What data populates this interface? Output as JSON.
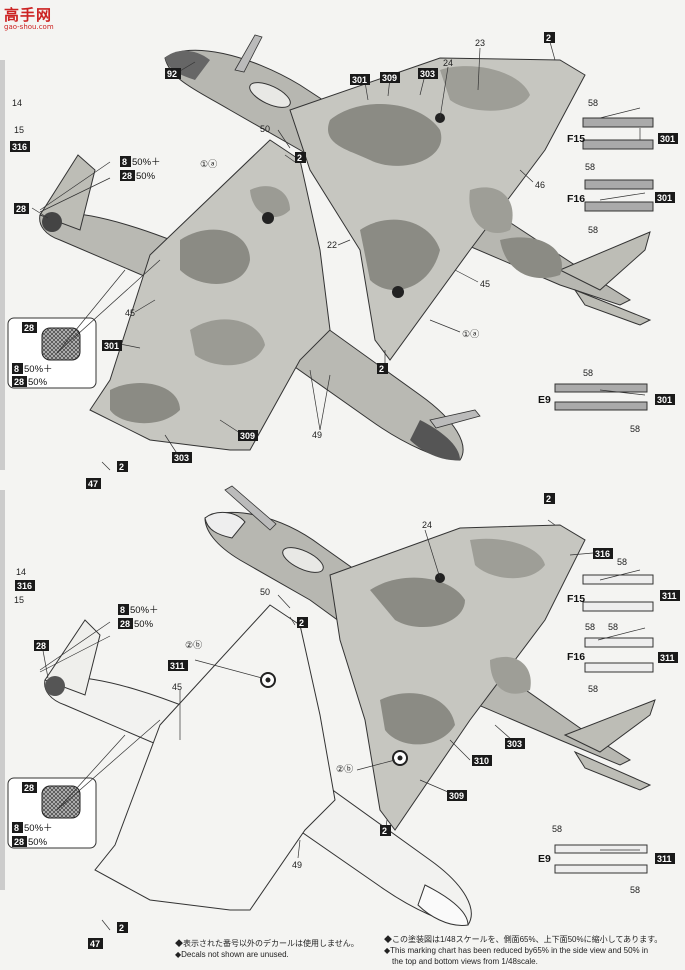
{
  "watermark": {
    "title": "高手网",
    "url": "gao-shou.com"
  },
  "numbers": {
    "n92": "92",
    "n24": "24",
    "n23": "23",
    "n2": "2",
    "n301": "301",
    "n309": "309",
    "n303": "303",
    "n46": "46",
    "n45": "45",
    "n22": "22",
    "n1a": "①ⓐ",
    "n2b": "②ⓑ",
    "n50": "50",
    "n28": "28",
    "n8": "8",
    "n14": "14",
    "n15": "15",
    "n316": "316",
    "n47": "47",
    "n49": "49",
    "n311": "311",
    "n310": "310",
    "n58": "58",
    "F15": "F15",
    "F16": "F16",
    "E9": "E9"
  },
  "pct": {
    "p50plus": "50%＋",
    "p50": "50%"
  },
  "notes": {
    "left_jp": "◆表示された番号以外のデカールは使用しません。",
    "left_en": "◆Decals not shown are unused.",
    "right_jp": "◆この塗装図は1/48スケールを、側面65%、上下面50%に縮小してあります。",
    "right_en": "◆This marking chart has been reduced by65% in the side view and 50% in",
    "right_en2": "the top and bottom views from 1/48scale."
  },
  "colors": {
    "camo_light": "#c9c9c4",
    "camo_mid": "#a3a39c",
    "camo_dark": "#7e7e77",
    "box": "#1a1a1a"
  }
}
